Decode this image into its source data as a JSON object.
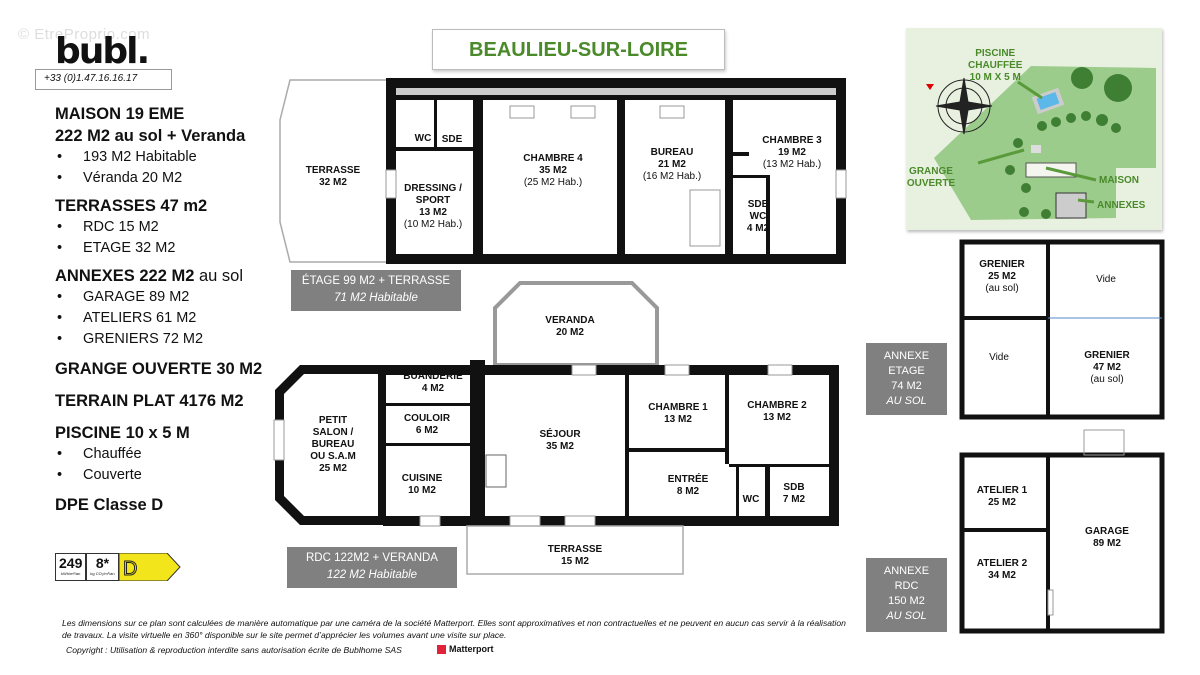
{
  "watermark": "© EtreProprio.com",
  "brand": {
    "logo": "bubl.",
    "phone": "+33 (0)1.47.16.16.17"
  },
  "title": "BEAULIEU-SUR-LOIRE",
  "summary": {
    "maison": "MAISON 19 EME",
    "maison_sub": "222 M2 au sol + Veranda",
    "maison_items": [
      "193 M2 Habitable",
      "Véranda 20 M2"
    ],
    "terrasses": "TERRASSES 47 m2",
    "terrasses_items": [
      "RDC 15 M2",
      "ETAGE 32 M2"
    ],
    "annexes": "ANNEXES 222 M2",
    "annexes_suffix": " au sol",
    "annexes_items": [
      "GARAGE 89 M2",
      "ATELIERS 61 M2",
      "GRENIERS 72 M2"
    ],
    "grange": "GRANGE OUVERTE 30 M2",
    "terrain": "TERRAIN PLAT 4176 M2",
    "piscine": "PISCINE 10 x 5 M",
    "piscine_items": [
      "Chauffée",
      "Couverte"
    ],
    "dpe_title": "DPE Classe D"
  },
  "dpe": {
    "energy": "249",
    "energy_unit": "kWh/m²/an",
    "ges": "8*",
    "ges_unit": "kg CO₂/m²/an",
    "class": "D",
    "color": "#f2e51c"
  },
  "etage": {
    "label": "ÉTAGE 99 M2  + TERRASSE",
    "habitable": "71 M2 Habitable",
    "rooms": {
      "terrasse": [
        "TERRASSE",
        "32 M2"
      ],
      "wc": [
        "WC"
      ],
      "sde": [
        "SDE"
      ],
      "dressing": [
        "DRESSING /",
        "SPORT",
        "13 M2",
        "(10 M2 Hab.)"
      ],
      "chambre4": [
        "CHAMBRE 4",
        "35 M2",
        "(25 M2 Hab.)"
      ],
      "bureau": [
        "BUREAU",
        "21 M2",
        "(16 M2 Hab.)"
      ],
      "chambre3": [
        "CHAMBRE 3",
        "19 M2",
        "(13 M2 Hab.)"
      ],
      "sdewc": [
        "SDE",
        "WC",
        "4 M2"
      ]
    }
  },
  "rdc": {
    "label": "RDC  122M2 + VERANDA",
    "habitable": "122 M2 Habitable",
    "rooms": {
      "veranda": [
        "VERANDA",
        "20 M2"
      ],
      "buanderie": [
        "BUANDERIE",
        "4 M2"
      ],
      "couloir": [
        "COULOIR",
        "6 M2"
      ],
      "salon": [
        "PETIT",
        "SALON /",
        "BUREAU",
        "OU S.A.M",
        "25 M2"
      ],
      "cuisine": [
        "CUISINE",
        "10 M2"
      ],
      "sejour": [
        "SÉJOUR",
        "35 M2"
      ],
      "chambre1": [
        "CHAMBRE 1",
        "13 M2"
      ],
      "chambre2": [
        "CHAMBRE 2",
        "13 M2"
      ],
      "entree": [
        "ENTRÉE",
        "8 M2"
      ],
      "wc": [
        "WC"
      ],
      "sdb": [
        "SDB",
        "7 M2"
      ],
      "terrasse": [
        "TERRASSE",
        "15 M2"
      ]
    }
  },
  "annexe_etage": {
    "label": [
      "ANNEXE",
      "ETAGE",
      "74 M2",
      "AU SOL"
    ],
    "rooms": {
      "grenier1": [
        "GRENIER",
        "25 M2",
        "(au sol)"
      ],
      "vide1": [
        "Vide"
      ],
      "vide2": [
        "Vide"
      ],
      "grenier2": [
        "GRENIER",
        "47 M2",
        "(au sol)"
      ]
    }
  },
  "annexe_rdc": {
    "label": [
      "ANNEXE",
      "RDC",
      "150 M2",
      "AU SOL"
    ],
    "rooms": {
      "atelier1": [
        "ATELIER 1",
        "25 M2"
      ],
      "atelier2": [
        "ATELIER 2",
        "34 M2"
      ],
      "garage": [
        "GARAGE",
        "89 M2"
      ]
    }
  },
  "site_map": {
    "piscine": [
      "PISCINE",
      "CHAUFFÉE",
      "10 M X 5 M"
    ],
    "grange": [
      "GRANGE",
      "OUVERTE"
    ],
    "maison": "MAISON",
    "annexes": "ANNEXES",
    "accent": "#4a8a2a"
  },
  "footer": {
    "disclaimer": "Les dimensions sur ce plan sont calculées de manière automatique par une caméra de la société Matterport. Elles sont approximatives et non contractuelles et ne peuvent en aucun cas servir à la réalisation de travaux. La visite virtuelle en 360° disponible sur le site permet d’apprécier les volumes avant une visite sur place.",
    "copyright": "Copyright : Utilisation & reproduction interdite sans autorisation écrite de Bublhome SAS",
    "matterport": "Matterport"
  }
}
